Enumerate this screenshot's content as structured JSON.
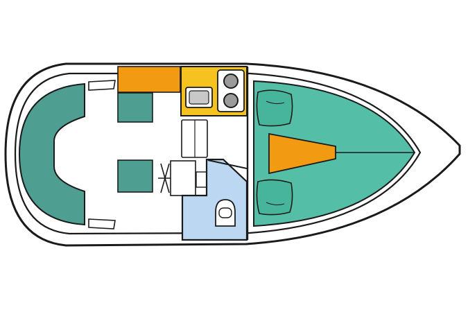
{
  "diagram": {
    "type": "boat-deck-plan",
    "colors": {
      "background": "#ffffff",
      "outline": "#1a1a1a",
      "saloon_seating": "#4f9e92",
      "v_berth": "#55bea6",
      "pillow": "#47b59b",
      "counter": "#f29b12",
      "galley": "#f6c21f",
      "head": "#bcd7f1",
      "stove_burner": "#9b9b9b",
      "sink": "#c8c8c8"
    },
    "areas": [
      {
        "key": "cockpit-bench",
        "kind": "seating"
      },
      {
        "key": "dinette-seat-upper",
        "kind": "seating"
      },
      {
        "key": "dinette-seat-lower",
        "kind": "seating"
      },
      {
        "key": "chart-counter",
        "kind": "counter"
      },
      {
        "key": "galley",
        "kind": "galley",
        "fixtures": [
          "sink",
          "stove-burner",
          "stove-burner"
        ]
      },
      {
        "key": "helm-seat",
        "kind": "seat"
      },
      {
        "key": "helm-console",
        "kind": "console"
      },
      {
        "key": "head",
        "kind": "head",
        "fixtures": [
          "toilet"
        ]
      },
      {
        "key": "v-berth",
        "kind": "berth",
        "fixtures": [
          "pillow",
          "pillow"
        ]
      },
      {
        "key": "v-berth-filler",
        "kind": "counter"
      }
    ]
  }
}
